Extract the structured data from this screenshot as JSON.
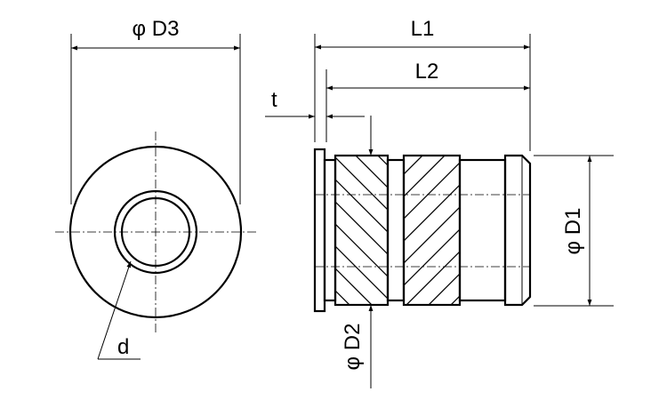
{
  "labels": {
    "d3": "φ D3",
    "l1": "L1",
    "l2": "L2",
    "t": "t",
    "d": "d",
    "d1": "φ D1",
    "d2": "φ D2"
  },
  "colors": {
    "line": "#000000",
    "background": "#ffffff"
  }
}
